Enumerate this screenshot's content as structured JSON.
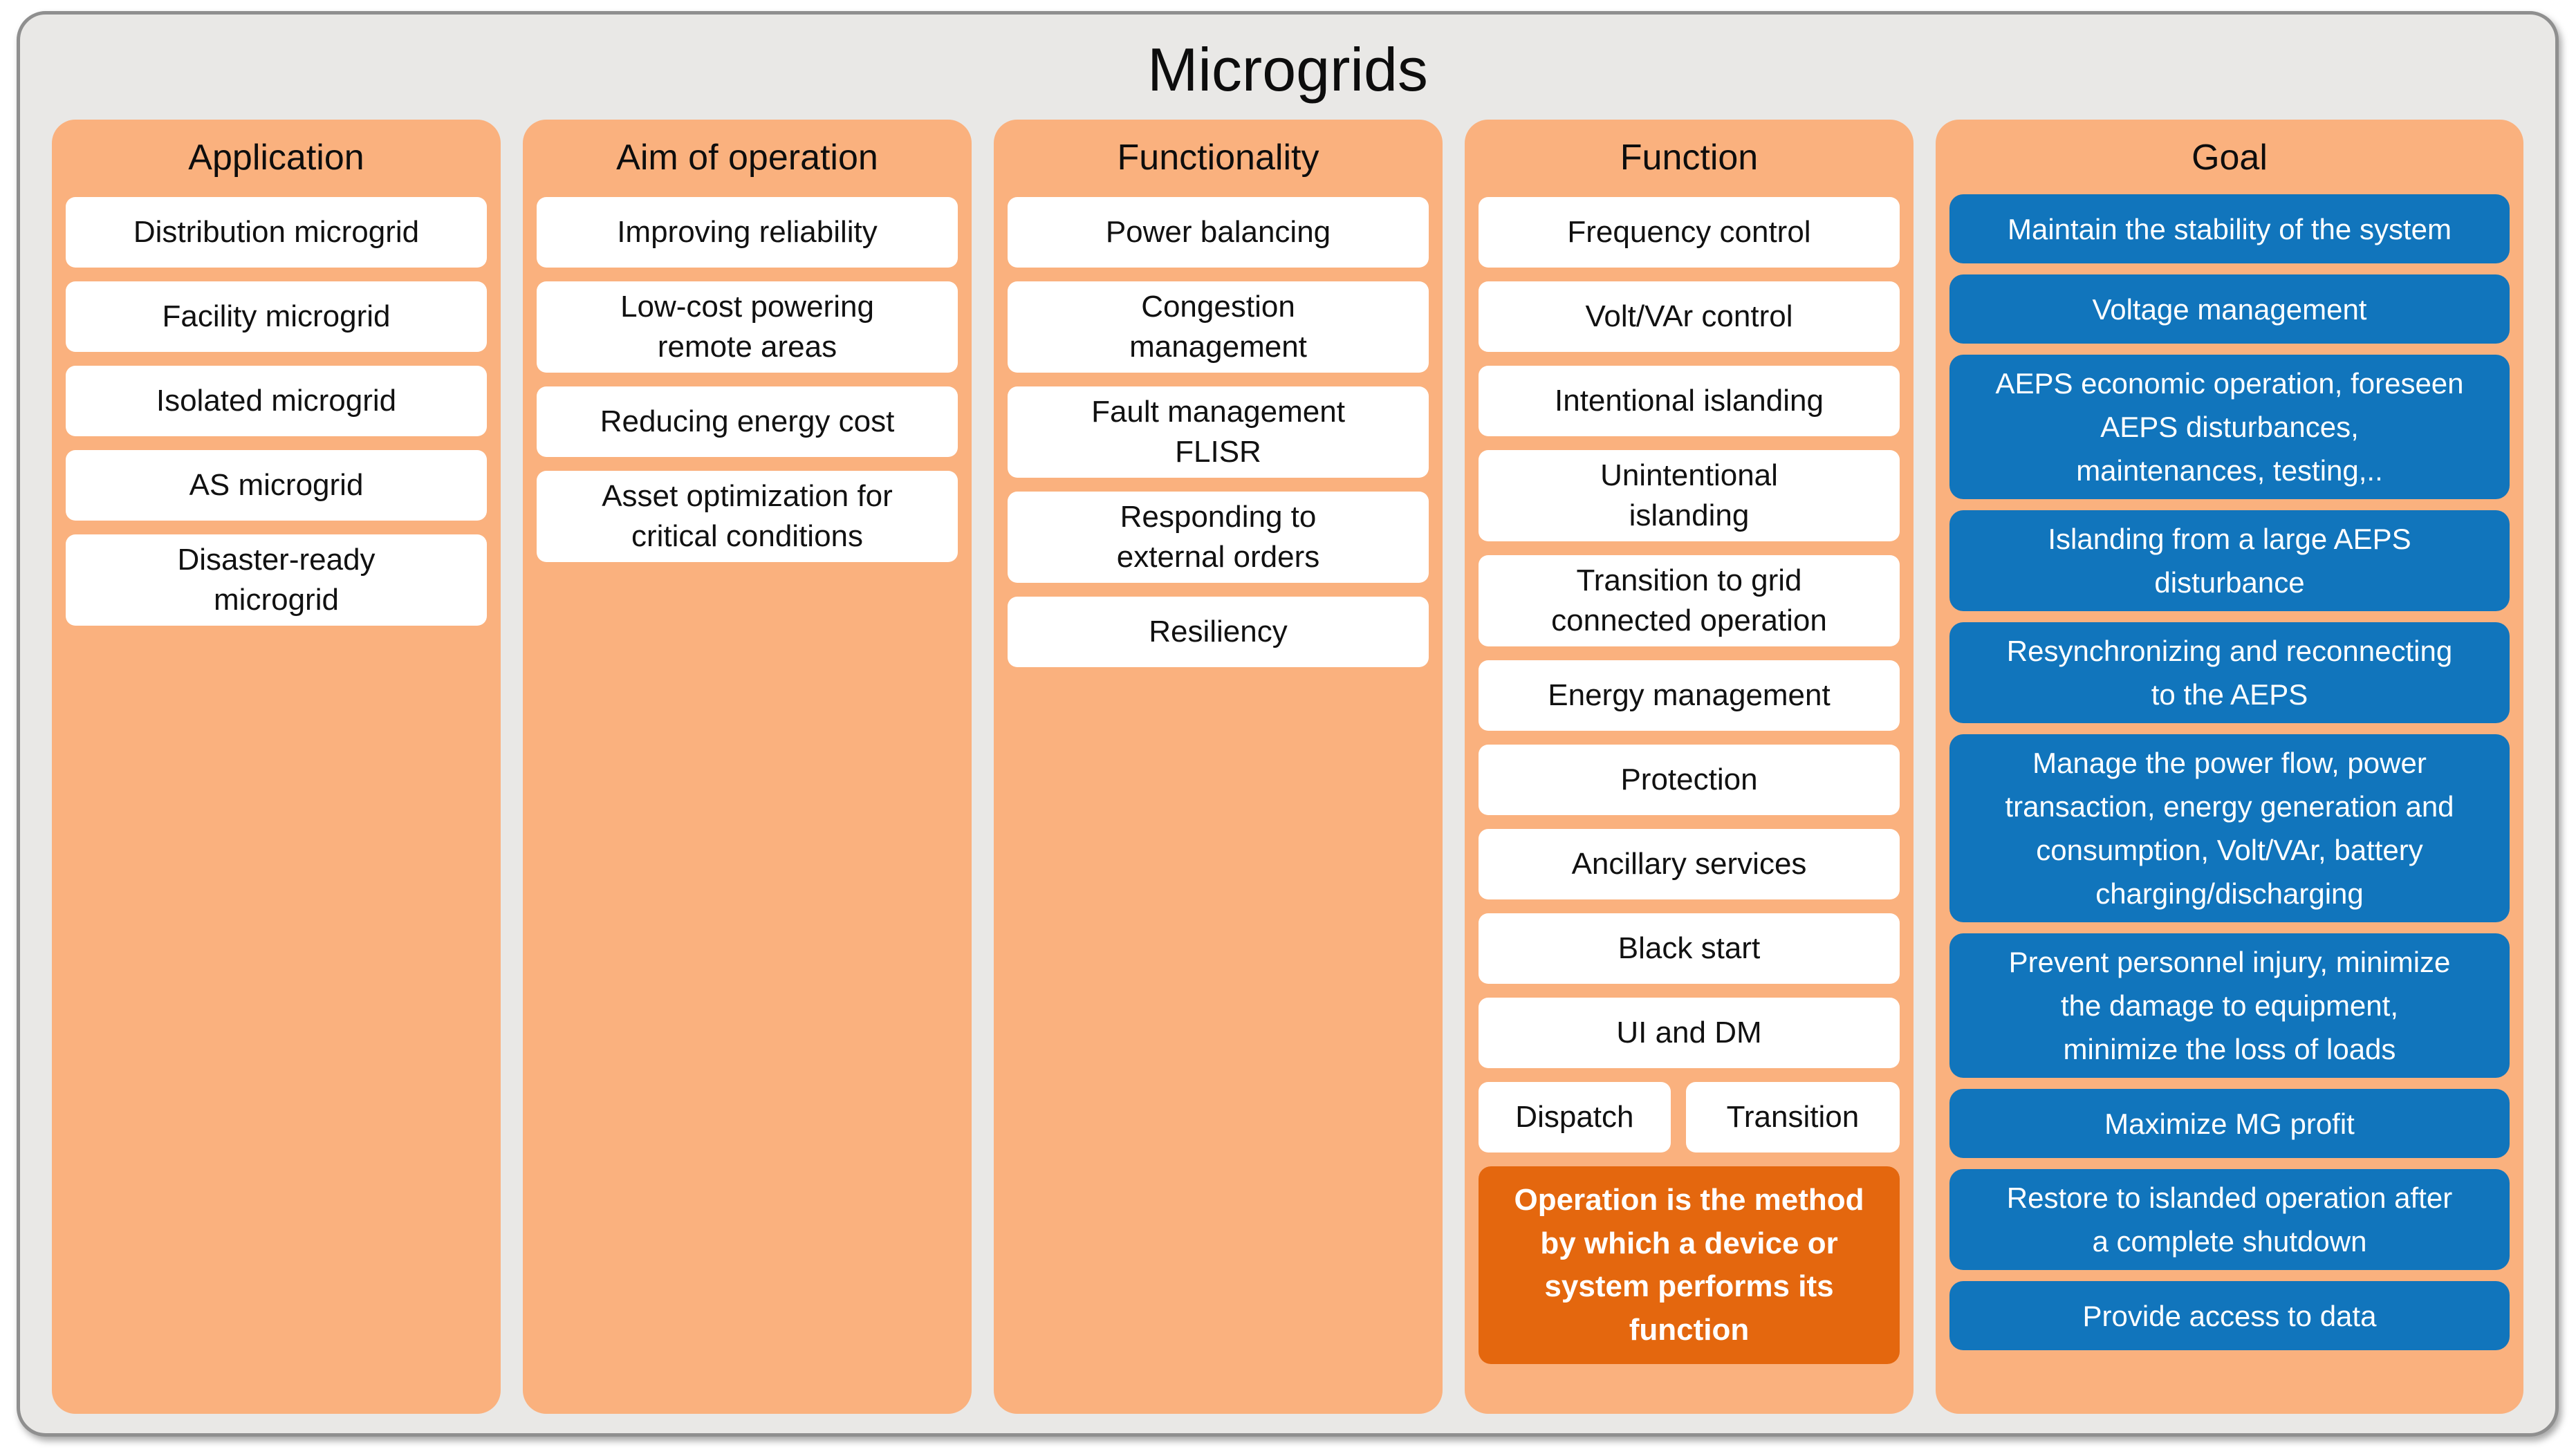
{
  "title": "Microgrids",
  "colors": {
    "panel_bg": "#E9E8E6",
    "panel_border": "#8F8F8F",
    "column_bg": "#FAB17E",
    "item_bg": "#FFFFFF",
    "goal_item_bg": "#1175BC",
    "note_bg": "#E4670E",
    "text": "#0D0D0D",
    "inverse_text": "#FFFFFF"
  },
  "columns": [
    {
      "id": "application",
      "header": "Application",
      "style": "white",
      "items": [
        {
          "text": "Distribution microgrid"
        },
        {
          "text": "Facility microgrid"
        },
        {
          "text": "Isolated microgrid"
        },
        {
          "text": "AS microgrid"
        },
        {
          "text": "Disaster-ready\nmicrogrid"
        }
      ]
    },
    {
      "id": "aim-of-operation",
      "header": "Aim of operation",
      "style": "white",
      "items": [
        {
          "text": "Improving reliability"
        },
        {
          "text": "Low-cost powering\nremote areas"
        },
        {
          "text": "Reducing energy cost"
        },
        {
          "text": "Asset optimization for\ncritical conditions"
        }
      ]
    },
    {
      "id": "functionality",
      "header": "Functionality",
      "style": "white",
      "items": [
        {
          "text": "Power balancing"
        },
        {
          "text": "Congestion\nmanagement"
        },
        {
          "text": "Fault management\nFLISR"
        },
        {
          "text": "Responding to\nexternal orders"
        },
        {
          "text": "Resiliency"
        }
      ]
    },
    {
      "id": "function",
      "header": "Function",
      "style": "white",
      "items": [
        {
          "text": "Frequency control"
        },
        {
          "text": "Volt/VAr control"
        },
        {
          "text": "Intentional islanding"
        },
        {
          "text": "Unintentional\nislanding"
        },
        {
          "text": "Transition to grid\nconnected operation"
        },
        {
          "text": "Energy management"
        },
        {
          "text": "Protection"
        },
        {
          "text": "Ancillary services"
        },
        {
          "text": "Black start"
        },
        {
          "text": "UI and DM"
        },
        {
          "type": "split",
          "left": "Dispatch",
          "right": "Transition"
        },
        {
          "type": "note",
          "text": "Operation is the method\nby which a device or\nsystem performs its\nfunction"
        }
      ]
    },
    {
      "id": "goal",
      "header": "Goal",
      "style": "blue",
      "items": [
        {
          "text": "Maintain the stability of the system"
        },
        {
          "text": "Voltage management"
        },
        {
          "text": "AEPS economic operation, foreseen\nAEPS disturbances,\nmaintenances, testing,.."
        },
        {
          "text": "Islanding from a large AEPS\ndisturbance"
        },
        {
          "text": "Resynchronizing and reconnecting\nto the AEPS"
        },
        {
          "text": "Manage the power flow, power\ntransaction, energy generation and\nconsumption, Volt/VAr, battery\ncharging/discharging"
        },
        {
          "text": "Prevent personnel injury, minimize\nthe damage to equipment,\nminimize the loss of loads"
        },
        {
          "text": "Maximize MG profit"
        },
        {
          "text": "Restore to islanded operation after\na complete shutdown"
        },
        {
          "text": "Provide access to data"
        }
      ]
    }
  ]
}
